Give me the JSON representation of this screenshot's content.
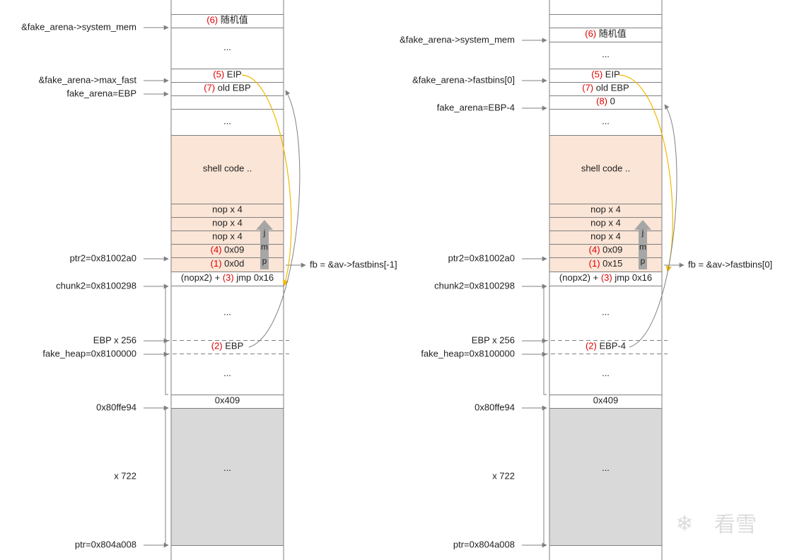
{
  "stacks": [
    {
      "cells": [
        {
          "num": "",
          "text": ""
        },
        {
          "num": "(6)",
          "text": " 随机值"
        },
        {
          "num": "",
          "text": "..."
        },
        {
          "num": "(5)",
          "text": " EIP"
        },
        {
          "num": "(7)",
          "text": " old EBP"
        },
        {
          "num": "",
          "text": ""
        },
        {
          "num": "",
          "text": "..."
        },
        {
          "num": "",
          "text": "shell code .."
        },
        {
          "num": "",
          "text": "nop x 4"
        },
        {
          "num": "",
          "text": "nop x 4"
        },
        {
          "num": "",
          "text": "nop x 4"
        },
        {
          "num": "(4)",
          "text": " 0x09"
        },
        {
          "num": "(1)",
          "text": " 0x0d"
        },
        {
          "pre": "(nopx2) + ",
          "num": "(3)",
          "text": " jmp 0x16"
        },
        {
          "num": "",
          "text": "..."
        },
        {
          "num": "(2)",
          "text": " EBP"
        },
        {
          "num": "",
          "text": "..."
        },
        {
          "num": "",
          "text": "0x409"
        },
        {
          "num": "",
          "text": "..."
        }
      ],
      "labels": [
        "&fake_arena->system_mem",
        "&fake_arena->max_fast",
        "fake_arena=EBP",
        "ptr2=0x81002a0",
        "chunk2=0x8100298",
        "EBP x 256",
        "fake_heap=0x8100000",
        "0x80ffe94",
        "x 722",
        "ptr=0x804a008"
      ],
      "jmp_letters": [
        "j",
        "m",
        "p"
      ],
      "fb_label": "fb = &av->fastbins[-1]"
    },
    {
      "cells": [
        {
          "num": "",
          "text": ""
        },
        {
          "num": "",
          "text": ""
        },
        {
          "num": "(6)",
          "text": " 随机值"
        },
        {
          "num": "",
          "text": "..."
        },
        {
          "num": "(5)",
          "text": " EIP"
        },
        {
          "num": "(7)",
          "text": " old EBP"
        },
        {
          "num": "(8)",
          "text": " 0"
        },
        {
          "num": "",
          "text": "..."
        },
        {
          "num": "",
          "text": "shell code .."
        },
        {
          "num": "",
          "text": "nop x 4"
        },
        {
          "num": "",
          "text": "nop x 4"
        },
        {
          "num": "",
          "text": "nop x 4"
        },
        {
          "num": "(4)",
          "text": " 0x09"
        },
        {
          "num": "(1)",
          "text": " 0x15"
        },
        {
          "pre": "(nopx2) + ",
          "num": "(3)",
          "text": " jmp 0x16"
        },
        {
          "num": "",
          "text": "..."
        },
        {
          "num": "(2)",
          "text": " EBP-4"
        },
        {
          "num": "",
          "text": "..."
        },
        {
          "num": "",
          "text": "0x409"
        },
        {
          "num": "",
          "text": "..."
        }
      ],
      "labels": [
        "&fake_arena->system_mem",
        "&fake_arena->fastbins[0]",
        "fake_arena=EBP-4",
        "ptr2=0x81002a0",
        "chunk2=0x8100298",
        "EBP x 256",
        "fake_heap=0x8100000",
        "0x80ffe94",
        "x 722",
        "ptr=0x804a008"
      ],
      "jmp_letters": [
        "j",
        "m",
        "p"
      ],
      "fb_label": "fb = &av->fastbins[0]"
    }
  ],
  "watermark": "看雪",
  "colors": {
    "shell_fill": "#fbe5d6",
    "heap_fill": "#d9d9d9",
    "border": "#7f7f7f",
    "red_text": "#e00000",
    "yellow_arrow": "#f2b800",
    "gray_arrow": "#808080",
    "jmp_arrow": "#a6a6a6"
  }
}
